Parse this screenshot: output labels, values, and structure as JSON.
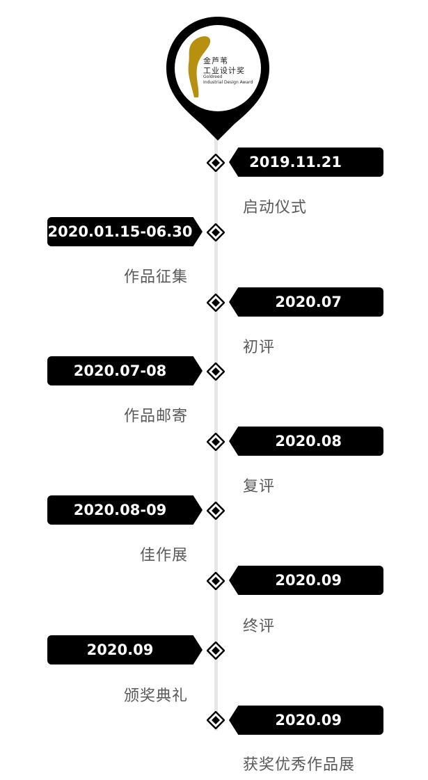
{
  "logo": {
    "name_cn_line1": "金芦苇",
    "name_cn_line2": "工业设计奖",
    "name_en_line1": "Goldreed",
    "name_en_line2": "Industrial Design Award",
    "colors": {
      "gold": "#b8900f",
      "ring": "#000000"
    }
  },
  "timeline": [
    {
      "date": "2019.11.21",
      "label": "启动仪式",
      "side": "right"
    },
    {
      "date": "2020.01.15-06.30",
      "label": "作品征集",
      "side": "left"
    },
    {
      "date": "2020.07",
      "label": "初评",
      "side": "right"
    },
    {
      "date": "2020.07-08",
      "label": "作品邮寄",
      "side": "left"
    },
    {
      "date": "2020.08",
      "label": "复评",
      "side": "right"
    },
    {
      "date": "2020.08-09",
      "label": "佳作展",
      "side": "left"
    },
    {
      "date": "2020.09",
      "label": "终评",
      "side": "right"
    },
    {
      "date": "2020.09",
      "label": "颁奖典礼",
      "side": "left"
    },
    {
      "date": "2020.09",
      "label": "获奖优秀作品展",
      "side": "right"
    }
  ]
}
